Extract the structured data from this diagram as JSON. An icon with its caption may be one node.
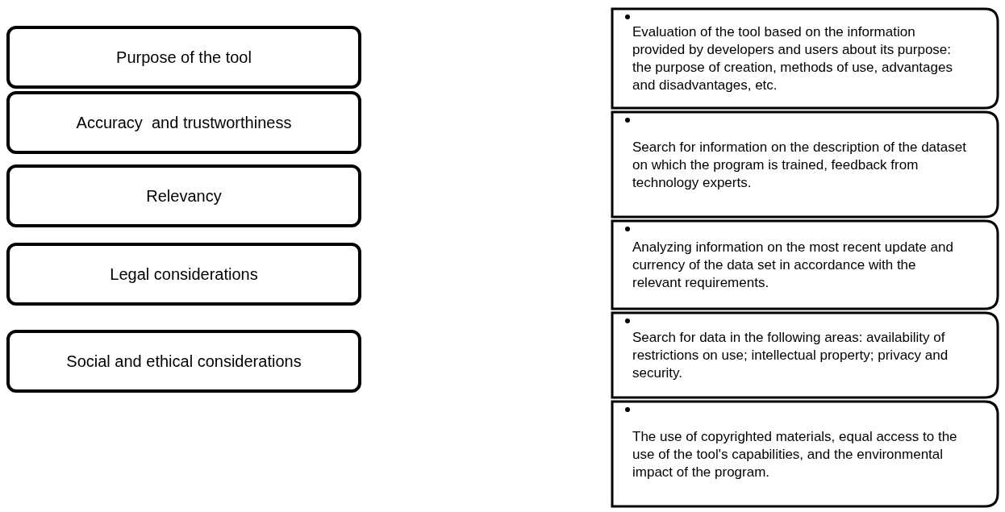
{
  "diagram": {
    "nodes": [
      {
        "text": [
          "Purpose of the tool"
        ]
      },
      {
        "text": [
          "Evaluation of the tool based on the information provided by developers and users about its purpose: the purpose of creation, methods of use, advantages and disadvantages, etc."
        ]
      },
      {
        "text": [
          "Accuracy  and trustworthiness"
        ]
      },
      {
        "text": [
          "Search for information on the description of the dataset on which the program is trained, feedback from technology experts."
        ]
      },
      {
        "text": [
          "Relevancy"
        ]
      },
      {
        "text": [
          "Analyzing information on the most recent update and currency of the data set in accordance with the relevant requirements."
        ]
      },
      {
        "text": [
          "Legal considerations"
        ]
      },
      {
        "text": [
          "Search for data in the following areas: availability of restrictions on use; intellectual property; privacy and security."
        ]
      },
      {
        "text": [
          "Social and ethical considerations"
        ]
      },
      {
        "text": [
          "The use of copyrighted materials, equal access to the use of the tool's capabilities, and the environmental impact of the program."
        ]
      }
    ]
  }
}
